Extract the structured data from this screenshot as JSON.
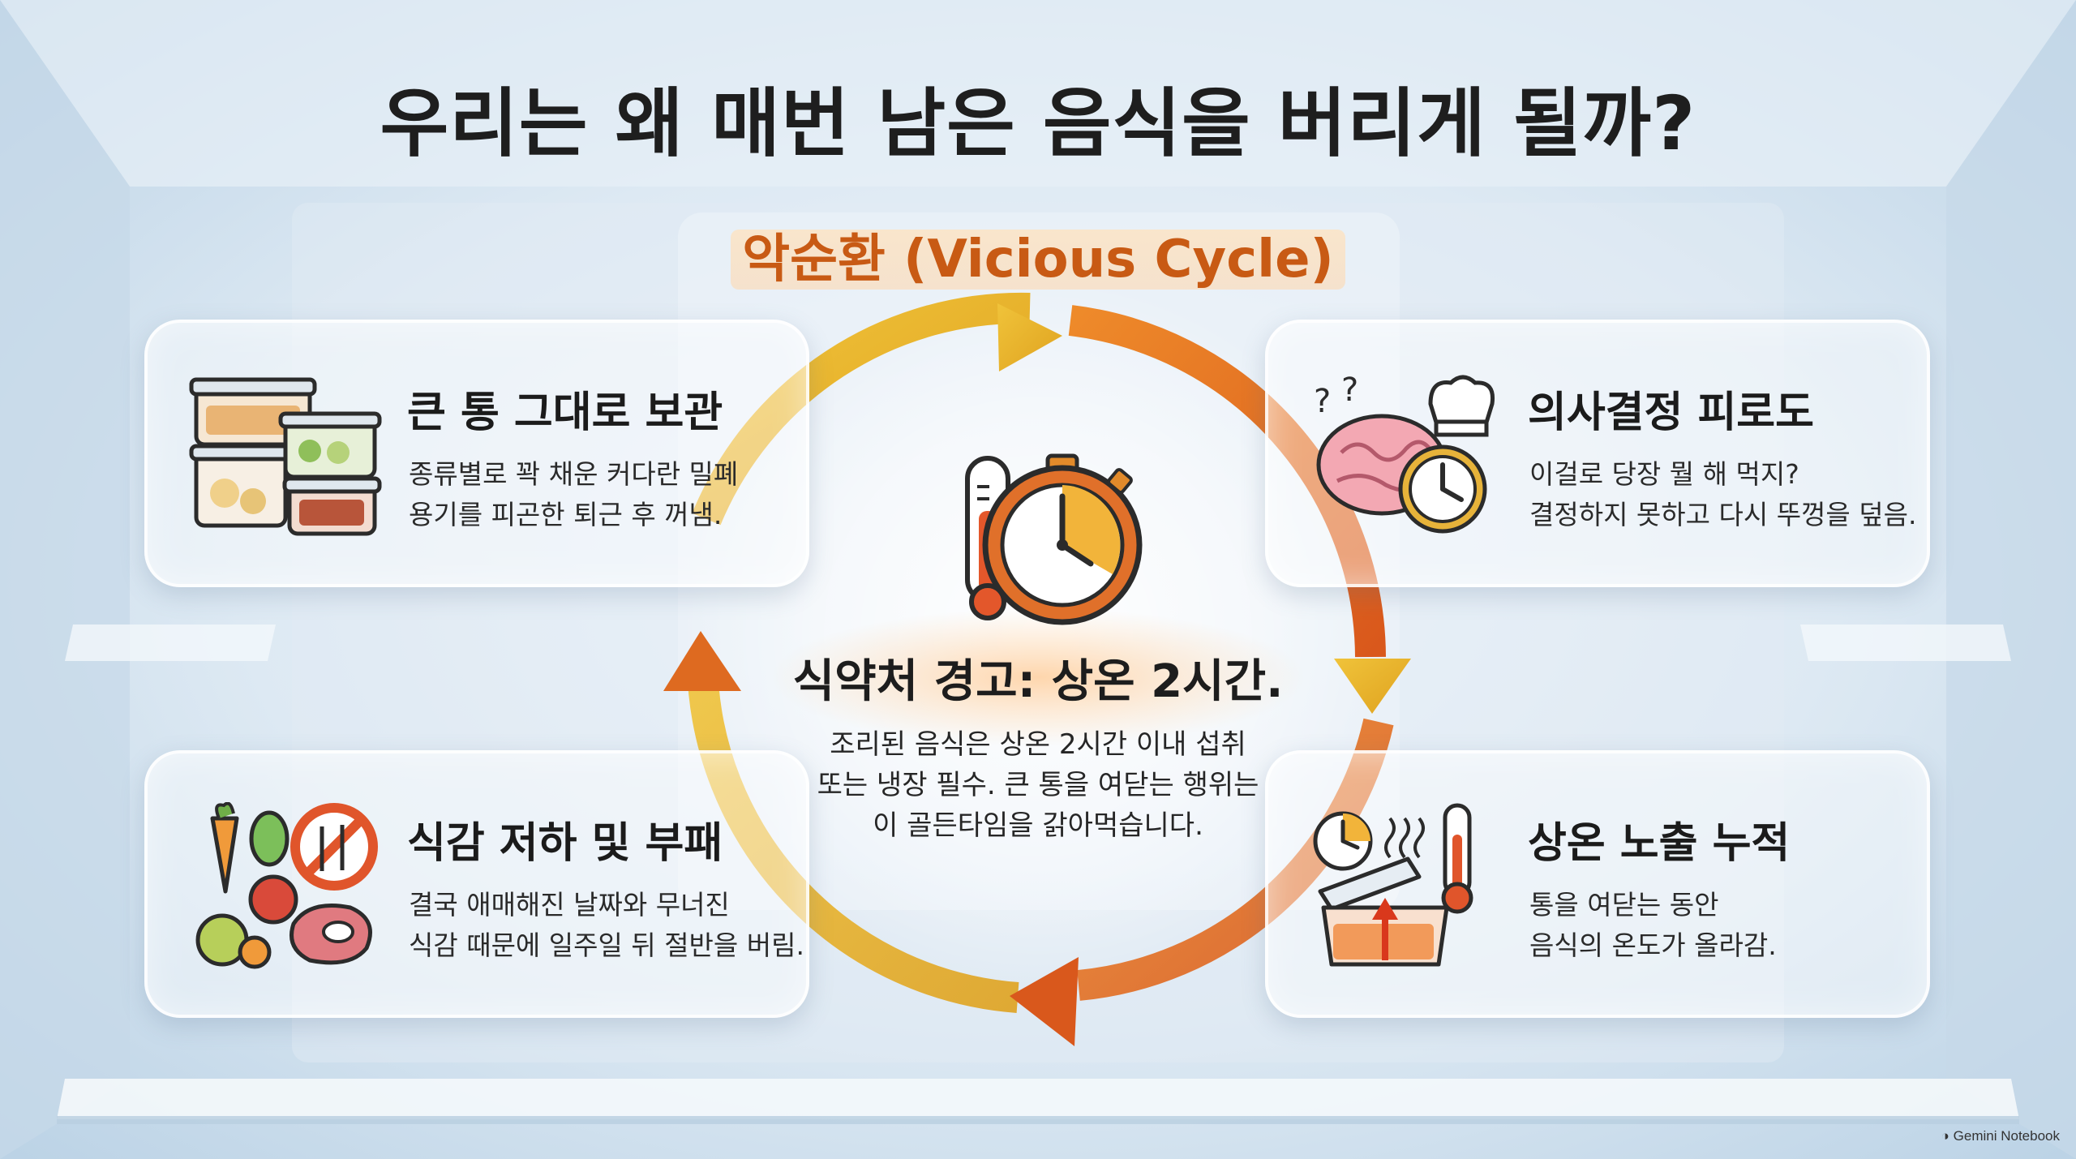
{
  "title": {
    "part1": "우리는 왜 매번 ",
    "bold1": "남은 음식",
    "part2": "을 ",
    "bold2": "버리게",
    "part3": " 될까?"
  },
  "cycle_label": "악순환 (Vicious Cycle)",
  "cards": {
    "top_left": {
      "title": "큰 통 그대로 보관",
      "desc": [
        "종류별로 꽉 채운 커다란 밀폐",
        "용기를 피곤한 퇴근 후 꺼냄."
      ]
    },
    "top_right": {
      "title": "의사결정 피로도",
      "desc": [
        "이걸로 당장 뭘 해 먹지?",
        "결정하지 못하고 다시 뚜껑을 덮음."
      ]
    },
    "bottom_left": {
      "title": "식감 저하 및 부패",
      "desc": [
        "결국 애매해진 날짜와 무너진",
        "식감 때문에 일주일 뒤 절반을 버림."
      ]
    },
    "bottom_right": {
      "title": "상온 노출 누적",
      "desc": [
        "통을 여닫는 동안",
        "음식의 온도가 올라감."
      ]
    }
  },
  "center": {
    "title": "식약처 경고: 상온 2시간.",
    "desc": [
      "조리된 음식은 상온 2시간 이내 섭취",
      "또는 냉장 필수. 큰 통을 여닫는 행위는",
      "이 골든타임을 갉아먹습니다."
    ]
  },
  "brand": "Gemini Notebook",
  "colors": {
    "arrow_gold": "#e6b329",
    "arrow_orange": "#e06d24",
    "accent_text": "#c85a14"
  },
  "icons": {
    "top_left": "food-containers-icon",
    "top_right": "brain-chef-clock-icon",
    "bottom_left": "spoiled-food-icon",
    "bottom_right": "temperature-container-icon",
    "center": "thermometer-stopwatch-icon"
  }
}
